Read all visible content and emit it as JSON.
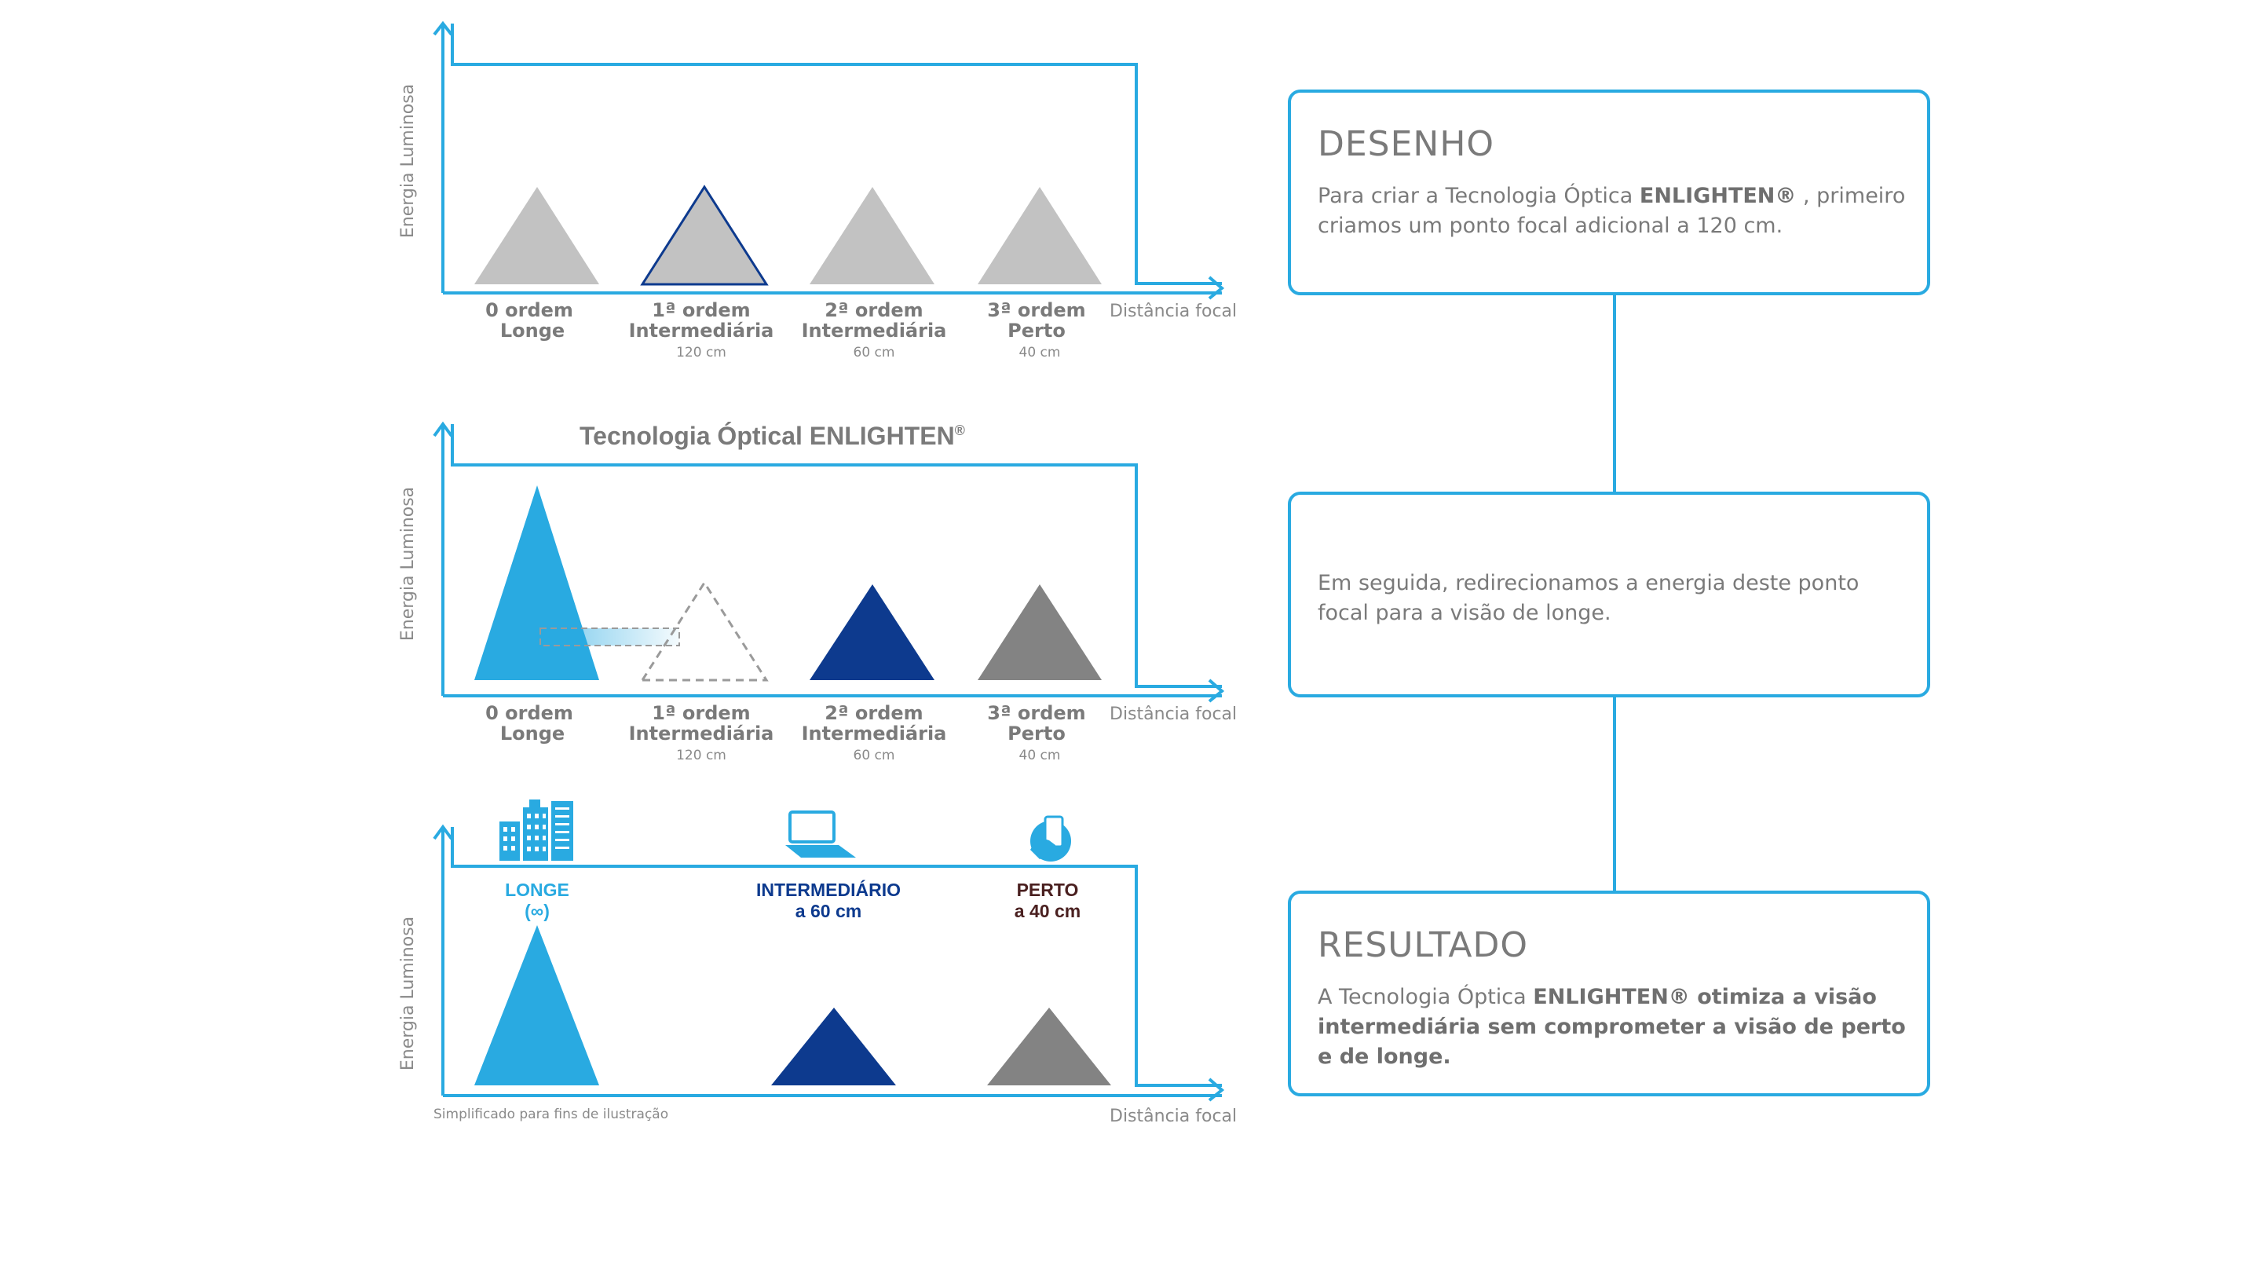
{
  "axes": {
    "y_label": "Energia Luminosa",
    "x_label": "Distância focal"
  },
  "orders": [
    {
      "name": "0 ordem",
      "sub": "Longe",
      "dist": ""
    },
    {
      "name": "1ª ordem",
      "sub": "Intermediária",
      "dist": "120 cm"
    },
    {
      "name": "2ª ordem",
      "sub": "Intermediária",
      "dist": "60 cm"
    },
    {
      "name": "3ª ordem",
      "sub": "Perto",
      "dist": "40 cm"
    }
  ],
  "chart2": {
    "title": "Tecnologia Óptical ENLIGHTEN",
    "title_mark": "®"
  },
  "chart3": {
    "labels": [
      {
        "line1": "LONGE",
        "line2": "(∞)",
        "color": "#29aae1"
      },
      {
        "line1": "INTERMEDIÁRIO",
        "line2": "a 60 cm",
        "color": "#0d3a8e"
      },
      {
        "line1": "PERTO",
        "line2": "a 40 cm",
        "color": "#4a2020"
      }
    ],
    "icons": [
      "buildings-icon",
      "laptop-icon",
      "smartphone-icon"
    ],
    "note": "Simplificado para fins de ilustração"
  },
  "chart_data": [
    {
      "type": "bar",
      "categories": [
        "0 ordem",
        "1ª ordem",
        "2ª ordem",
        "3ª ordem"
      ],
      "values": [
        1,
        1,
        1,
        1
      ],
      "colors": [
        "#c2c2c2",
        "#c2c2c2",
        "#c2c2c2",
        "#c2c2c2"
      ],
      "ylabel": "Energia Luminosa",
      "xlabel": "Distância focal"
    },
    {
      "type": "bar",
      "title": "Tecnologia Óptical ENLIGHTEN®",
      "categories": [
        "0 ordem",
        "1ª ordem",
        "2ª ordem",
        "3ª ordem"
      ],
      "values": [
        2,
        1,
        1,
        1
      ],
      "colors": [
        "#29aae1",
        "none",
        "#0d3a8e",
        "#838383"
      ],
      "ylabel": "Energia Luminosa",
      "xlabel": "Distância focal"
    },
    {
      "type": "bar",
      "categories": [
        "LONGE",
        "INTERMEDIÁRIO",
        "PERTO"
      ],
      "values": [
        1.6,
        0.8,
        0.8
      ],
      "colors": [
        "#29aae1",
        "#0d3a8e",
        "#838383"
      ],
      "ylabel": "Energia Luminosa",
      "xlabel": "Distância focal"
    }
  ],
  "cards": {
    "design": {
      "title": "DESENHO",
      "text_before": "Para criar a Tecnologia Óptica ",
      "text_bold": "ENLIGHTEN®",
      "text_after": " , primeiro criamos um ponto focal adicional a 120 cm."
    },
    "middle": {
      "text": "Em seguida, redirecionamos a energia deste ponto focal para a visão de longe."
    },
    "result": {
      "title": "RESULTADO",
      "text_before": "A Tecnologia Óptica ",
      "text_bold": "ENLIGHTEN® otimiza a visão intermediária sem comprometer a visão de perto e de longe."
    }
  },
  "colors": {
    "accent": "#29aae1",
    "dark_blue": "#0d3a8e",
    "grey": "#838383",
    "light_grey": "#c2c2c2"
  }
}
